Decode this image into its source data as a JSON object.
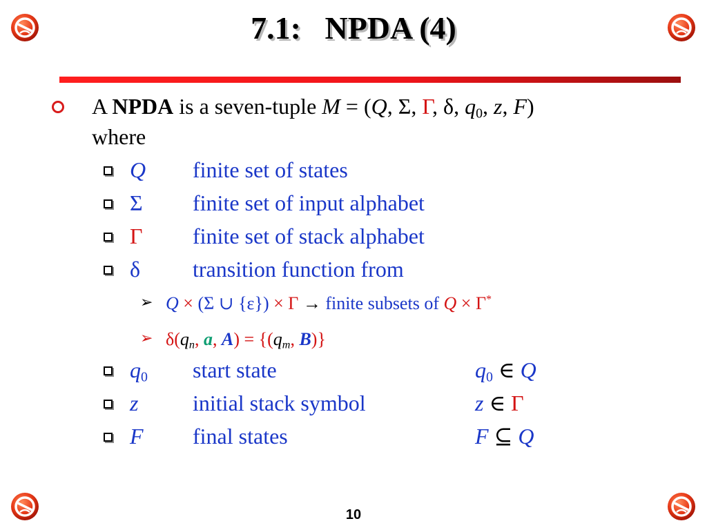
{
  "slide": {
    "title": "7.1:   NPDA (4)",
    "page_number": "10",
    "accent_color": "#e8191b",
    "text_color": "#1a37c8"
  },
  "intro": {
    "a": "A",
    "npda": "NPDA",
    "rest": "is a seven-tuple",
    "m": "M",
    "eq": "= (",
    "q": "Q",
    "sigma": "Σ",
    "gamma": "Γ",
    "delta": "δ",
    "q0": "q",
    "q0_sub": "0",
    "z": "z",
    "f": "F",
    "close": ")",
    "comma": ",",
    "where": "where"
  },
  "components": [
    {
      "symbol": "Q",
      "desc": "finite set of states"
    },
    {
      "symbol": "Σ",
      "desc": "finite set of input alphabet"
    },
    {
      "symbol": "Γ",
      "desc": "finite set of stack alphabet"
    },
    {
      "symbol": "δ",
      "desc": "transition function from"
    }
  ],
  "transition": {
    "q": "Q",
    "times": "×",
    "open": "(",
    "sigma": "Σ",
    "union": "∪",
    "eps_set": "{ε}",
    "close": ")",
    "gamma": "Γ",
    "arrow": "→",
    "text": "finite subsets of",
    "q2": "Q",
    "gamma2": "Γ",
    "star": "*"
  },
  "delta_example": {
    "delta": "δ(",
    "q": "q",
    "n": "n",
    "comma": ",",
    "a": "a",
    "A": "A",
    "eq": ") = {(",
    "m": "m",
    "B": "B",
    "close": ")}"
  },
  "extra_components": [
    {
      "symbol": "q",
      "sub": "0",
      "desc": "start state",
      "rel_lhs": "q",
      "rel_sub": "0",
      "rel_op": "∈",
      "rel_rhs": "Q"
    },
    {
      "symbol": "z",
      "desc": "initial stack symbol",
      "rel_lhs": "z",
      "rel_op": "∈",
      "rel_rhs": "Γ"
    },
    {
      "symbol": "F",
      "desc": "final states",
      "rel_lhs": "F",
      "rel_op": "⊆",
      "rel_rhs": "Q"
    }
  ],
  "icons": {
    "corner": "no-symbol-icon"
  }
}
